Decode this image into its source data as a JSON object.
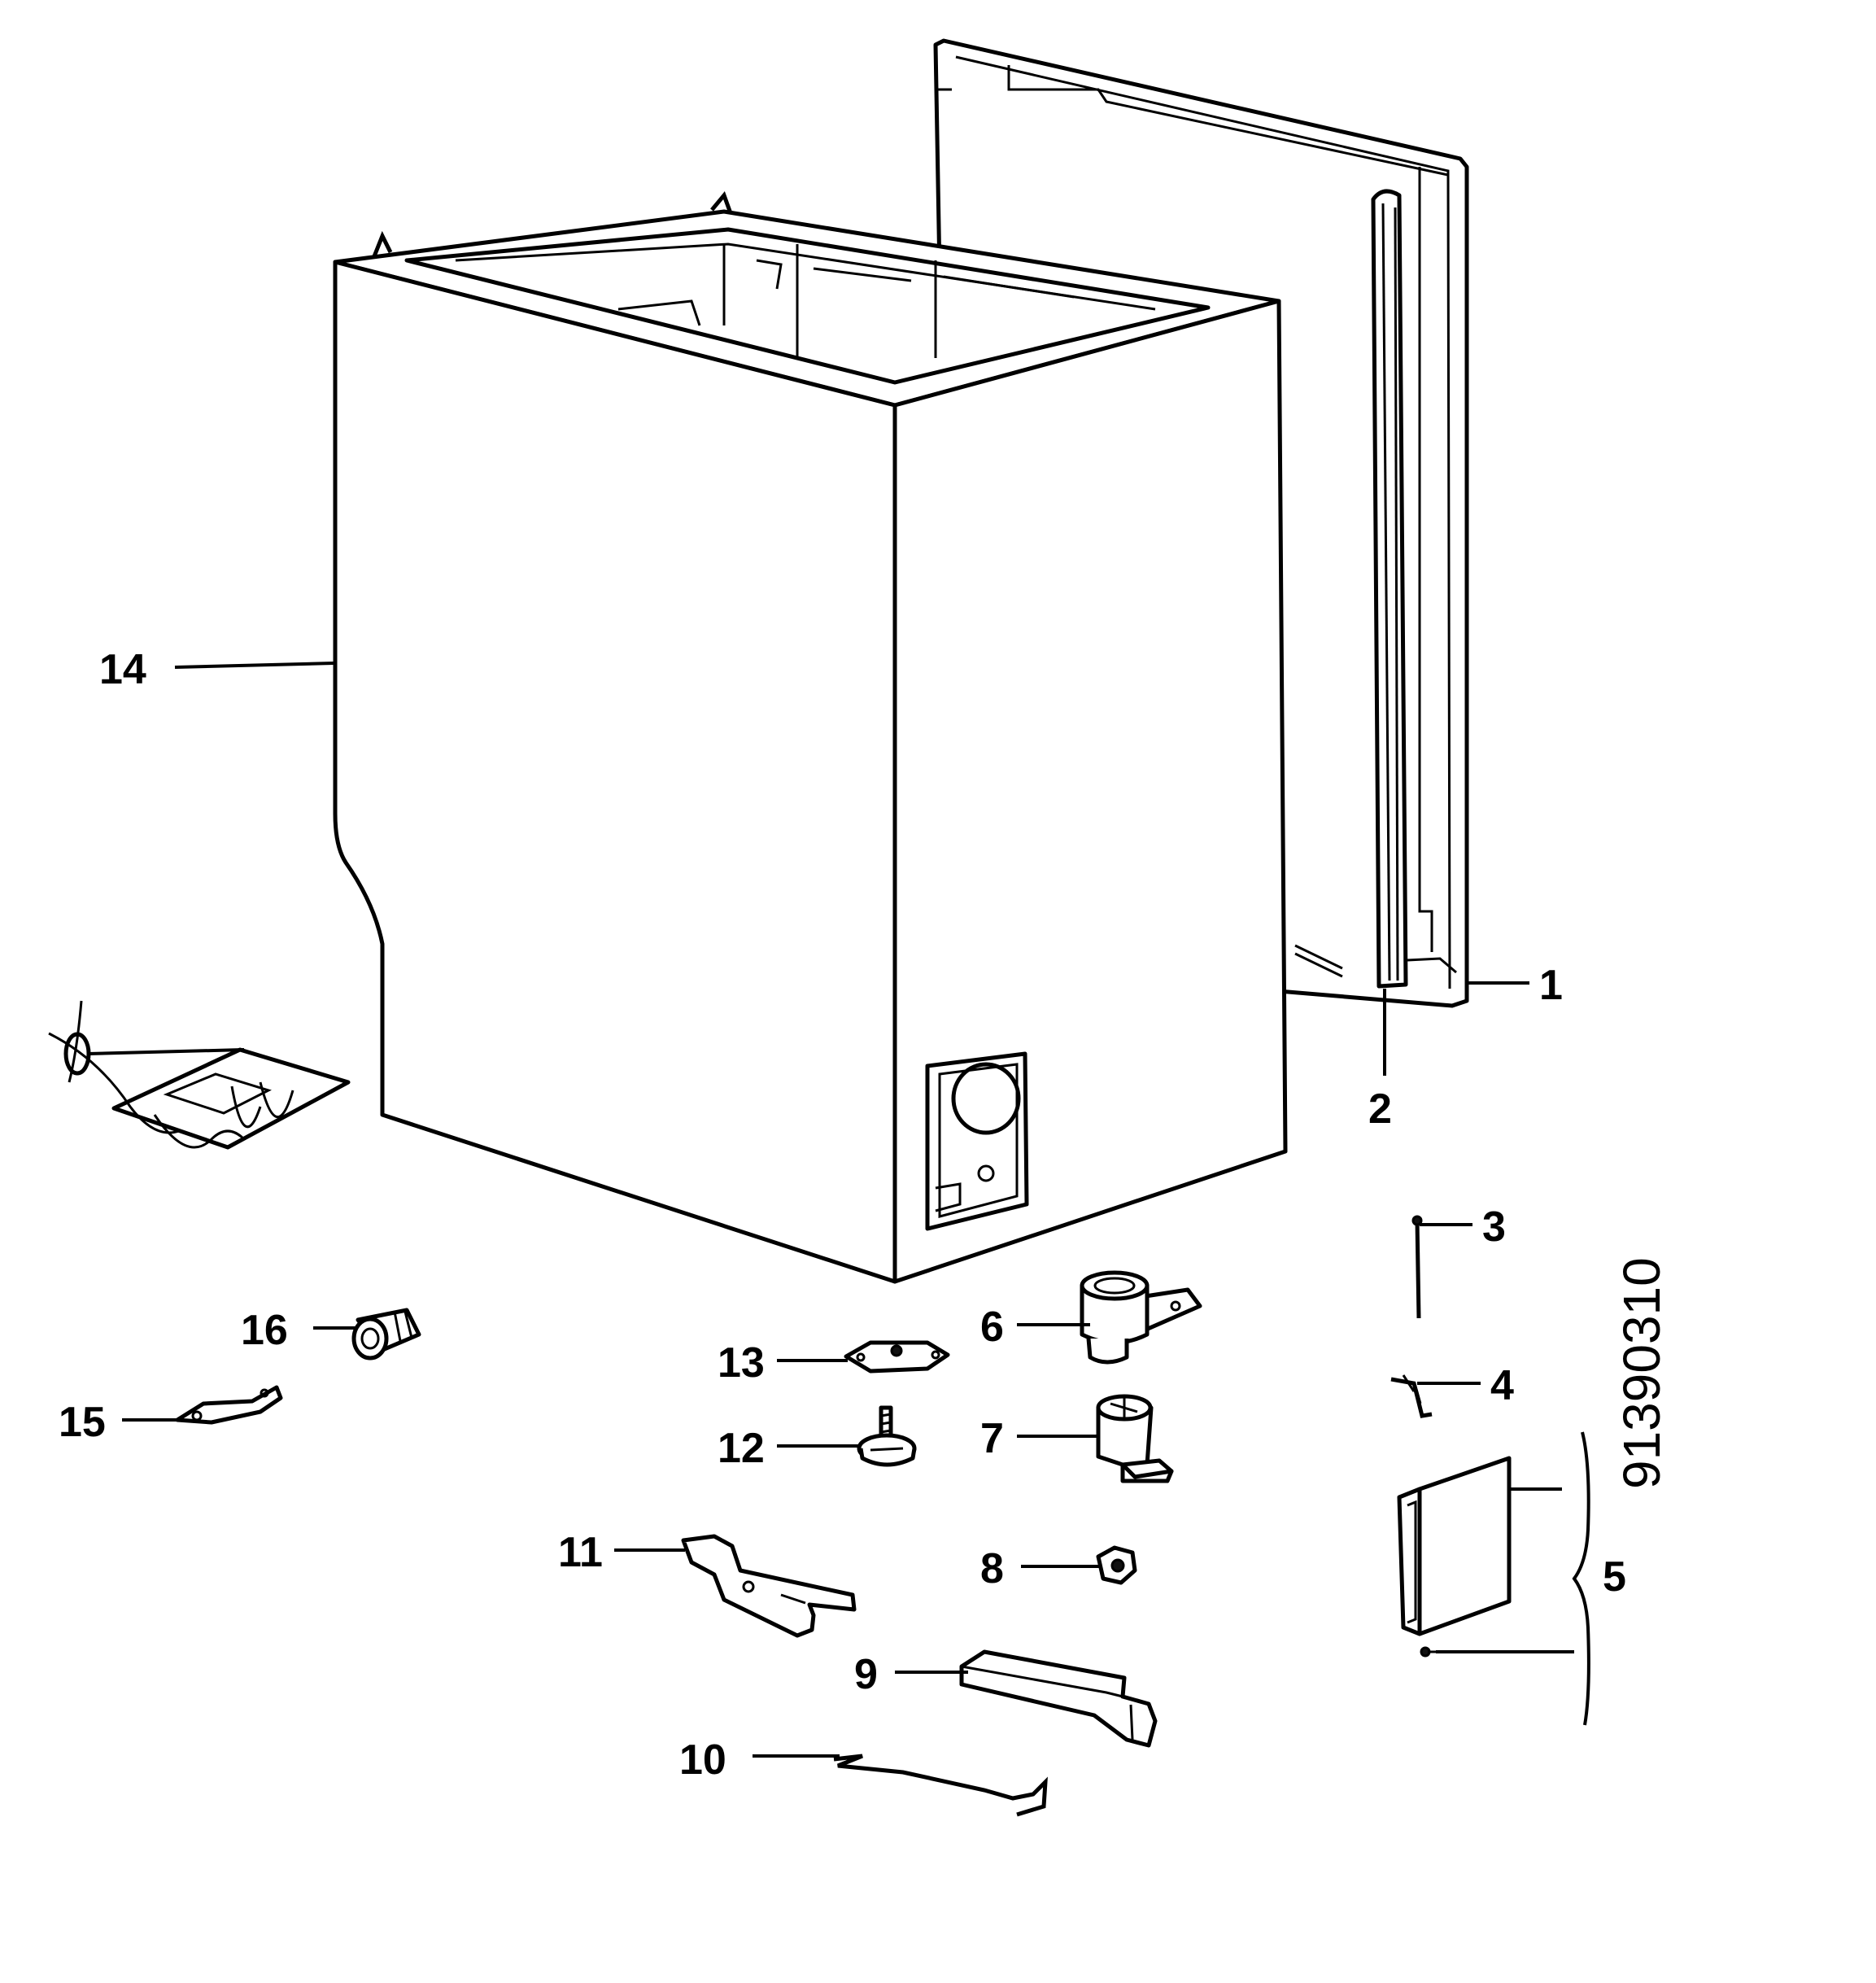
{
  "drawing_code": "91390310",
  "callouts": [
    {
      "id": "label-1",
      "text": "1"
    },
    {
      "id": "label-2",
      "text": "2"
    },
    {
      "id": "label-3",
      "text": "3"
    },
    {
      "id": "label-4",
      "text": "4"
    },
    {
      "id": "label-5",
      "text": "5"
    },
    {
      "id": "label-6",
      "text": "6"
    },
    {
      "id": "label-7",
      "text": "7"
    },
    {
      "id": "label-8",
      "text": "8"
    },
    {
      "id": "label-9",
      "text": "9"
    },
    {
      "id": "label-10",
      "text": "10"
    },
    {
      "id": "label-11",
      "text": "11"
    },
    {
      "id": "label-12",
      "text": "12"
    },
    {
      "id": "label-13",
      "text": "13"
    },
    {
      "id": "label-14",
      "text": "14"
    },
    {
      "id": "label-15",
      "text": "15"
    },
    {
      "id": "label-16",
      "text": "16"
    }
  ]
}
